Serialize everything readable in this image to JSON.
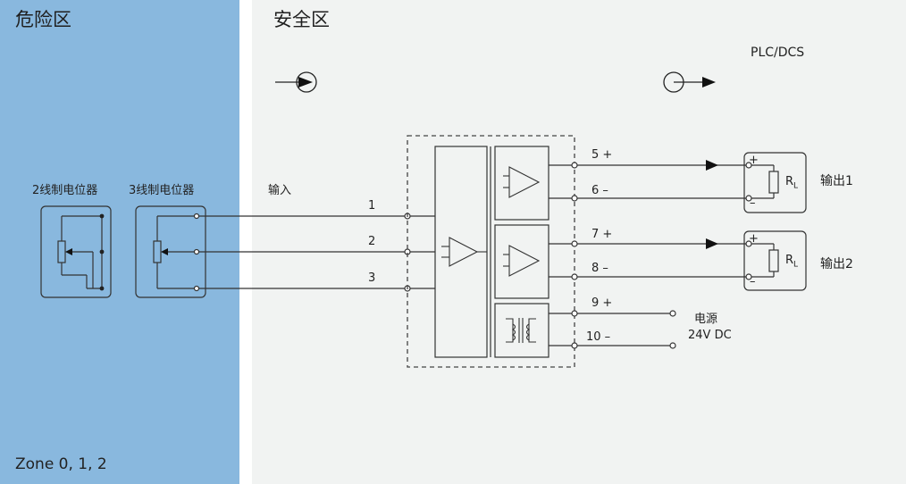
{
  "zones": {
    "hazard_title": "危险区",
    "safe_title": "安全区",
    "hazard_zone_label": "Zone  0, 1, 2"
  },
  "system_label": "PLC/DCS",
  "sensors": {
    "two_wire_label": "2线制电位器",
    "three_wire_label": "3线制电位器"
  },
  "input_label": "输入",
  "terminals": {
    "t1": "1",
    "t2": "2",
    "t3": "3",
    "t5": "5 +",
    "t6": "6 –",
    "t7": "7 +",
    "t8": "8 –",
    "t9": "9 +",
    "t10": "10 –"
  },
  "outputs": {
    "out1_label": "输出1",
    "out2_label": "输出2",
    "load_label": "R",
    "load_sub": "L",
    "plus": "+",
    "minus": "–"
  },
  "power": {
    "label": "电源",
    "voltage": "24V DC"
  },
  "colors": {
    "hazard_bg": "#89b8de",
    "safe_bg": "#f1f3f2",
    "line": "#333333"
  }
}
